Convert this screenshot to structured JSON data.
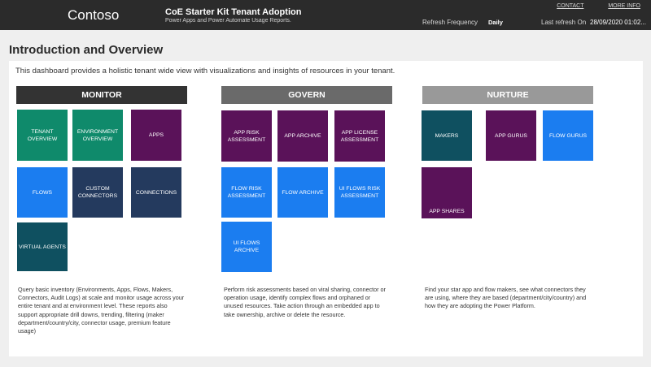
{
  "header": {
    "brand": "Contoso",
    "title": "CoE Starter Kit Tenant Adoption",
    "subtitle": "Power Apps and Power Automate Usage Reports.",
    "links": [
      "CONTACT",
      "MORE INFO"
    ],
    "refresh_frequency_label": "Refresh Frequency",
    "refresh_frequency_value": "Daily",
    "last_refresh_label": "Last refresh On",
    "last_refresh_value": "28/09/2020 01:02..."
  },
  "page": {
    "title": "Introduction and Overview",
    "intro": "This dashboard provides a holistic tenant wide view with visualizations and insights of resources in your tenant."
  },
  "sections": {
    "monitor": {
      "title": "MONITOR",
      "tiles": [
        "TENANT OVERVIEW",
        "ENVIRONMENT OVERVIEW",
        "APPS",
        "FLOWS",
        "CUSTOM CONNECTORS",
        "CONNECTIONS",
        "VIRTUAL AGENTS"
      ],
      "description": "Query basic inventory (Environments, Apps, Flows, Makers, Connectors, Audit Logs) at scale and monitor usage across your entire tenant and at environment level. These reports also support appropriate drill downs, trending, filtering (maker department/country/city, connector usage, premium feature usage)"
    },
    "govern": {
      "title": "GOVERN",
      "tiles": [
        "APP RISK ASSESSMENT",
        "APP ARCHIVE",
        "APP LICENSE ASSESSMENT",
        "FLOW RISK ASSESSMENT",
        "FLOW ARCHIVE",
        "UI FLOWS RISK ASSESSMENT",
        "UI FLOWS ARCHIVE"
      ],
      "description": "Perform risk assessments based on viral sharing, connector or operation usage, identify complex flows and orphaned or unused resources. Take action through an embedded app to take ownership, archive or delete the resource."
    },
    "nurture": {
      "title": "NURTURE",
      "tiles": [
        "MAKERS",
        "APP GURUS",
        "FLOW GURUS",
        "APP SHARES"
      ],
      "description": "Find your star app and flow makers, see what connectors they are using, where they are based (department/city/country) and how they are adopting the Power Platform."
    }
  },
  "colors": {
    "header_bg": "#2b2b2b",
    "monitor_header": "#333333",
    "govern_header": "#6a6a6a",
    "nurture_header": "#999999",
    "teal": "#0f8a6b",
    "plum": "#5a1259",
    "blue": "#1b7df0",
    "navy": "#243a5e",
    "slate": "#0f5060"
  }
}
